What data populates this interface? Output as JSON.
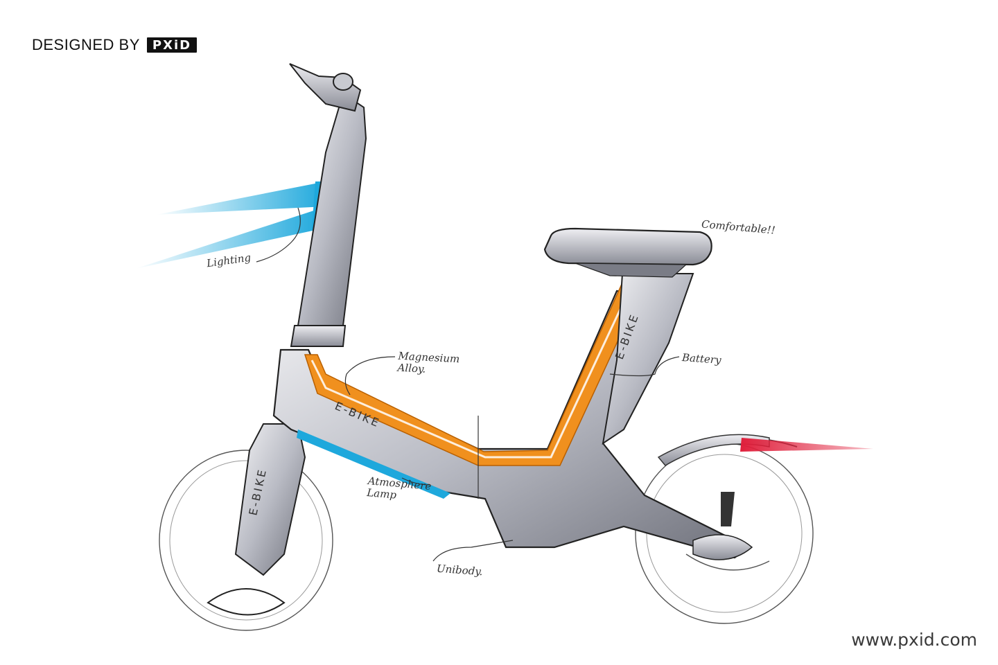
{
  "header": {
    "designed_by": "DESIGNED BY",
    "logo_text": "PXiD"
  },
  "footer": {
    "website": "www.pxid.com"
  },
  "annotations": {
    "lighting": "Lighting",
    "comfortable": "Comfortable!!",
    "magnesium": "Magnesium\nAlloy.",
    "battery": "Battery",
    "atmosphere": "Atmosphere\nLamp",
    "unibody": "Unibody."
  },
  "frame_labels": {
    "main_frame": "E-BIKE",
    "seat_post": "E-BIKE",
    "fork": "E-BIKE"
  },
  "colors": {
    "frame_accent": "#F0901E",
    "front_light": "#1EA8DC",
    "rear_light": "#E0203C",
    "ink": "#222222",
    "metal": "#9A9CA6"
  }
}
